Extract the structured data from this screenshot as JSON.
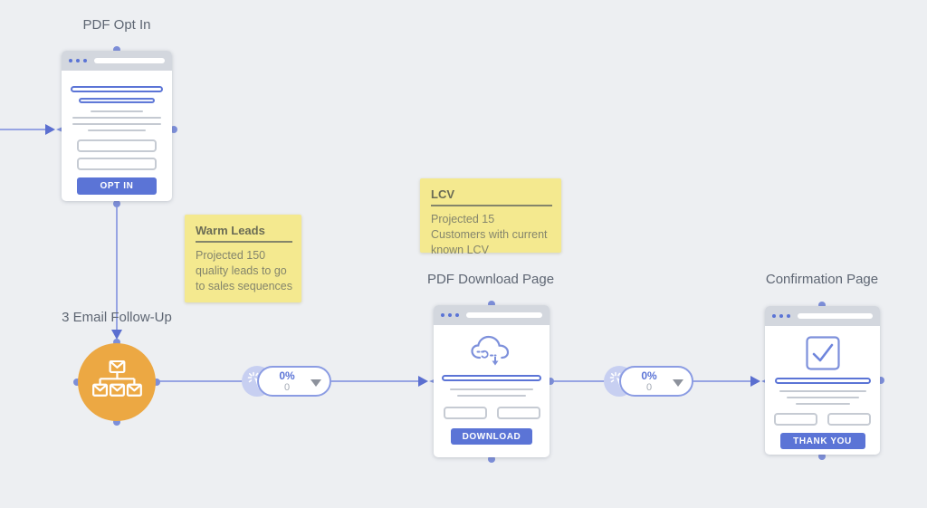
{
  "canvas": {
    "background": "#edeff2"
  },
  "colors": {
    "accent_blue": "#5b74d6",
    "connector_line": "#97a4e3",
    "arrowhead": "#5b6fd0",
    "port": "#7d8fd9",
    "orange_action": "#eca843",
    "note_background": "#f4e98f",
    "note_title_text": "#6b6c55",
    "note_body_text": "#84856c",
    "browser_bar": "#d3d7de",
    "placeholder_gray": "#c5cad2",
    "title_text": "#5e6673",
    "badge_border": "#8b9ce3",
    "badge_count_text": "#a3a9b4",
    "cursor_circle": "#c7cff1"
  },
  "nodes": {
    "pdf_opt_in": {
      "title": "PDF Opt In",
      "button_label": "OPT IN"
    },
    "email_follow_up": {
      "title": "3 Email Follow-Up",
      "icon": "email-sequence"
    },
    "pdf_download": {
      "title": "PDF Download Page",
      "button_label": "DOWNLOAD",
      "icon": "cloud-download"
    },
    "confirmation": {
      "title": "Confirmation Page",
      "button_label": "THANK YOU",
      "icon": "checkbox-checked"
    }
  },
  "notes": {
    "warm_leads": {
      "title": "Warm Leads",
      "body": "Projected 150 quality leads to go to sales sequences"
    },
    "lcv": {
      "title": "LCV",
      "body": "Projected 15 Customers with current known LCV"
    }
  },
  "stats": {
    "badge1": {
      "percent": "0%",
      "count": "0"
    },
    "badge2": {
      "percent": "0%",
      "count": "0"
    }
  }
}
